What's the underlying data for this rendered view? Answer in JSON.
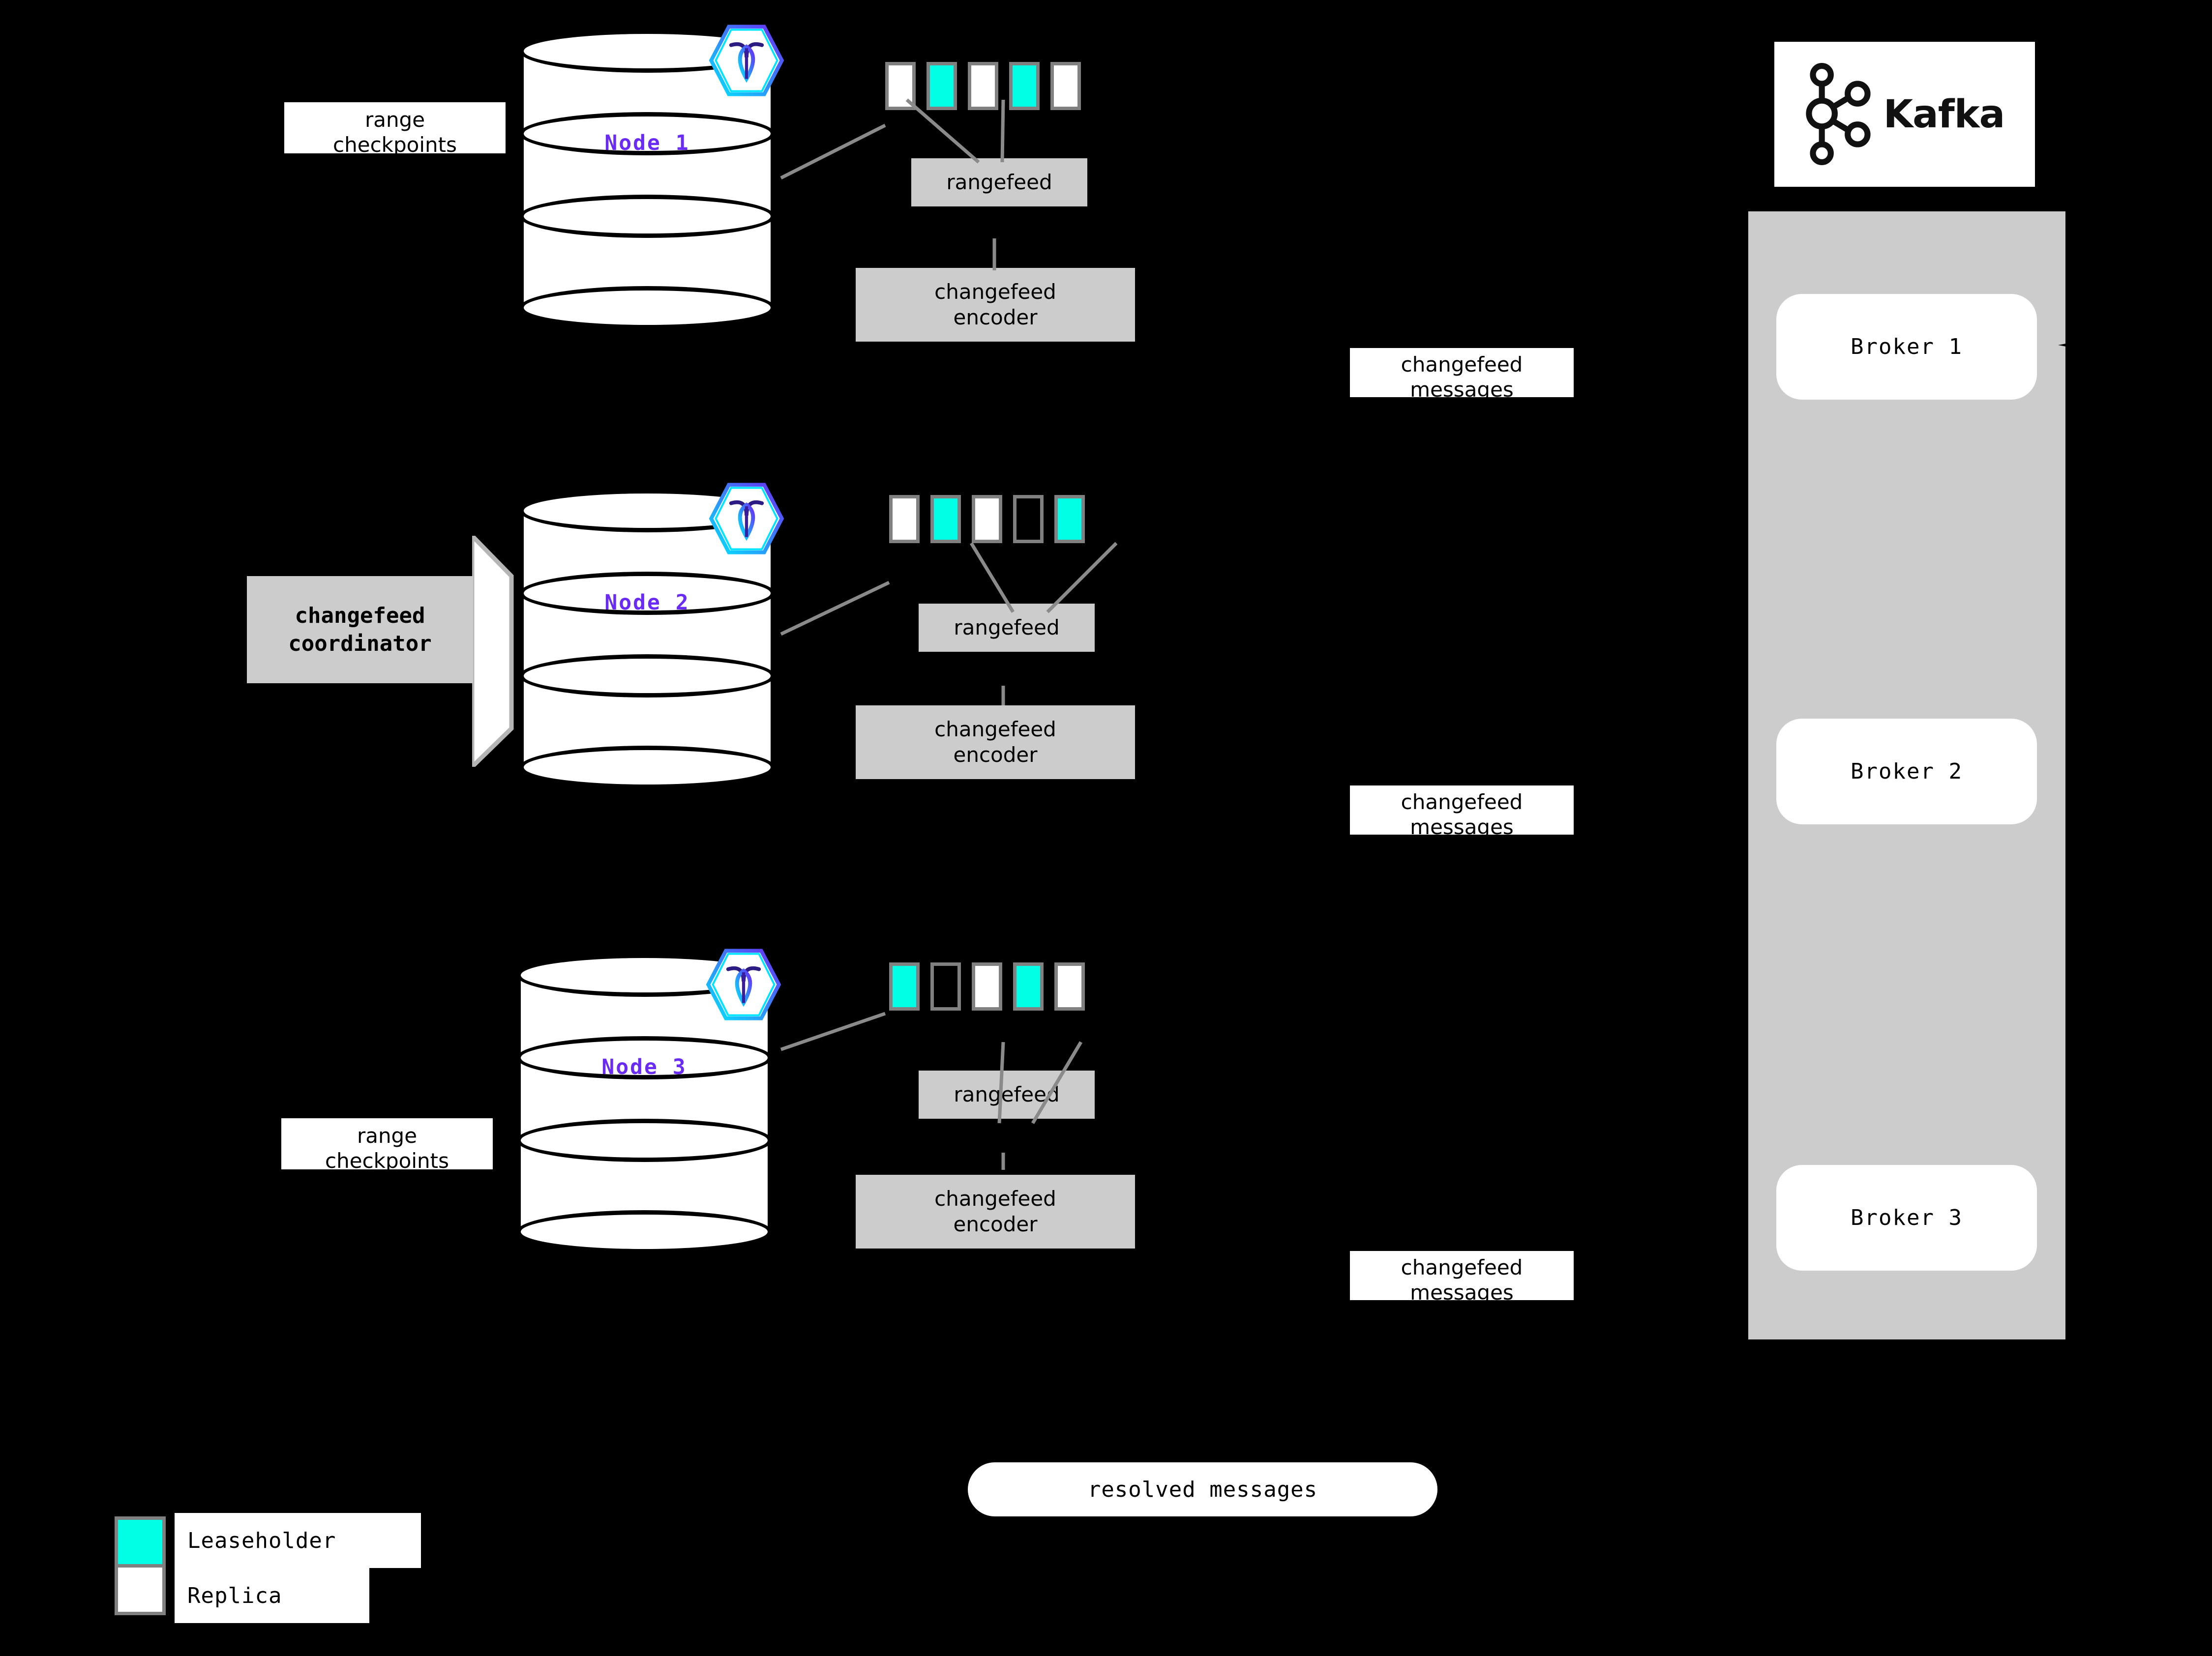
{
  "diagram": {
    "title": "CockroachDB changefeed to Kafka architecture",
    "background_color": "#000000",
    "accent_cyan": "#00FFE5",
    "node_label_color": "#6A2BF5",
    "box_gray": "#CCCCCC",
    "border_gray": "#808080"
  },
  "nodes": [
    {
      "label": "Node 1",
      "logo_icon": "cockroachdb-hex-icon",
      "ranges": [
        "replica",
        "leaseholder",
        "replica",
        "leaseholder",
        "replica"
      ],
      "rangefeed_label": "rangefeed",
      "encoder_label_line1": "changefeed",
      "encoder_label_line2": "encoder",
      "callout": {
        "line1": "range",
        "line2": "checkpoints"
      }
    },
    {
      "label": "Node 2",
      "logo_icon": "cockroachdb-hex-icon",
      "ranges": [
        "replica",
        "leaseholder",
        "replica",
        "empty",
        "leaseholder"
      ],
      "rangefeed_label": "rangefeed",
      "encoder_label_line1": "changefeed",
      "encoder_label_line2": "encoder",
      "coordinator": {
        "line1": "changefeed",
        "line2": "coordinator"
      }
    },
    {
      "label": "Node 3",
      "logo_icon": "cockroachdb-hex-icon",
      "ranges": [
        "leaseholder",
        "empty",
        "replica",
        "leaseholder",
        "replica"
      ],
      "rangefeed_label": "rangefeed",
      "encoder_label_line1": "changefeed",
      "encoder_label_line2": "encoder",
      "callout": {
        "line1": "range",
        "line2": "checkpoints"
      }
    }
  ],
  "messages": [
    {
      "line1": "changefeed",
      "line2": "messages"
    },
    {
      "line1": "changefeed",
      "line2": "messages"
    },
    {
      "line1": "changefeed",
      "line2": "messages"
    }
  ],
  "resolved": {
    "label": "resolved messages"
  },
  "kafka": {
    "logo_icon": "kafka-logo-icon",
    "wordmark": "Kafka",
    "brokers": [
      {
        "label": "Broker 1"
      },
      {
        "label": "Broker 2"
      },
      {
        "label": "Broker 3"
      }
    ]
  },
  "legend": {
    "items": [
      {
        "swatch": "leaseholder",
        "label": "Leaseholder"
      },
      {
        "swatch": "replica",
        "label": "Replica"
      }
    ]
  }
}
